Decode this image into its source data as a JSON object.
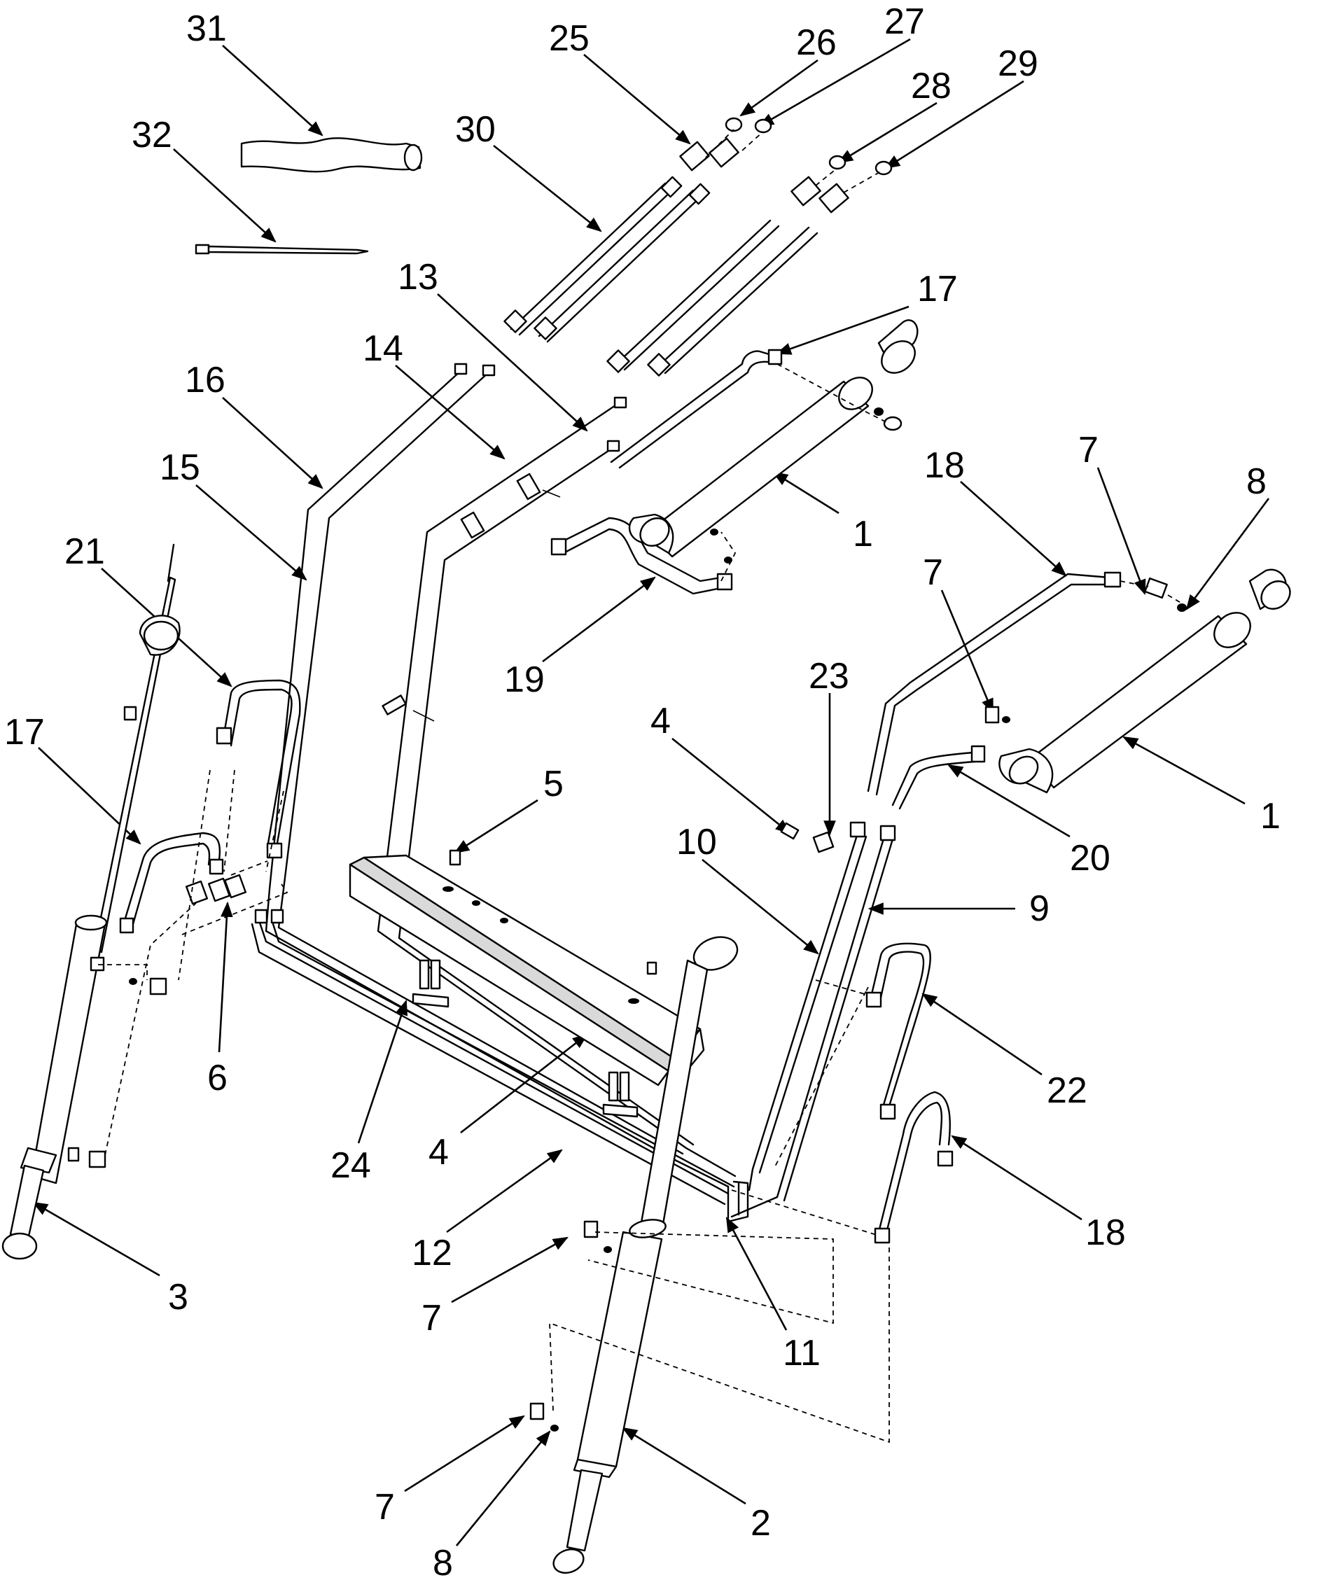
{
  "diagram": {
    "type": "exploded-parts-view",
    "callouts": [
      {
        "id": "c31",
        "label": "31"
      },
      {
        "id": "c25",
        "label": "25"
      },
      {
        "id": "c26",
        "label": "26"
      },
      {
        "id": "c27",
        "label": "27"
      },
      {
        "id": "c28",
        "label": "28"
      },
      {
        "id": "c29",
        "label": "29"
      },
      {
        "id": "c30",
        "label": "30"
      },
      {
        "id": "c32",
        "label": "32"
      },
      {
        "id": "c13",
        "label": "13"
      },
      {
        "id": "c17a",
        "label": "17"
      },
      {
        "id": "c14",
        "label": "14"
      },
      {
        "id": "c16",
        "label": "16"
      },
      {
        "id": "c1a",
        "label": "1"
      },
      {
        "id": "c7a",
        "label": "7"
      },
      {
        "id": "c8a",
        "label": "8"
      },
      {
        "id": "c18a",
        "label": "18"
      },
      {
        "id": "c15",
        "label": "15"
      },
      {
        "id": "c7b",
        "label": "7"
      },
      {
        "id": "c21",
        "label": "21"
      },
      {
        "id": "c19",
        "label": "19"
      },
      {
        "id": "c23",
        "label": "23"
      },
      {
        "id": "c4a",
        "label": "4"
      },
      {
        "id": "c17b",
        "label": "17"
      },
      {
        "id": "c5",
        "label": "5"
      },
      {
        "id": "c1b",
        "label": "1"
      },
      {
        "id": "c10",
        "label": "10"
      },
      {
        "id": "c20",
        "label": "20"
      },
      {
        "id": "c9",
        "label": "9"
      },
      {
        "id": "c6",
        "label": "6"
      },
      {
        "id": "c22",
        "label": "22"
      },
      {
        "id": "c4b",
        "label": "4"
      },
      {
        "id": "c24",
        "label": "24"
      },
      {
        "id": "c18b",
        "label": "18"
      },
      {
        "id": "c12",
        "label": "12"
      },
      {
        "id": "c3",
        "label": "3"
      },
      {
        "id": "c7c",
        "label": "7"
      },
      {
        "id": "c11",
        "label": "11"
      },
      {
        "id": "c7d",
        "label": "7"
      },
      {
        "id": "c2",
        "label": "2"
      },
      {
        "id": "c8b",
        "label": "8"
      }
    ]
  }
}
